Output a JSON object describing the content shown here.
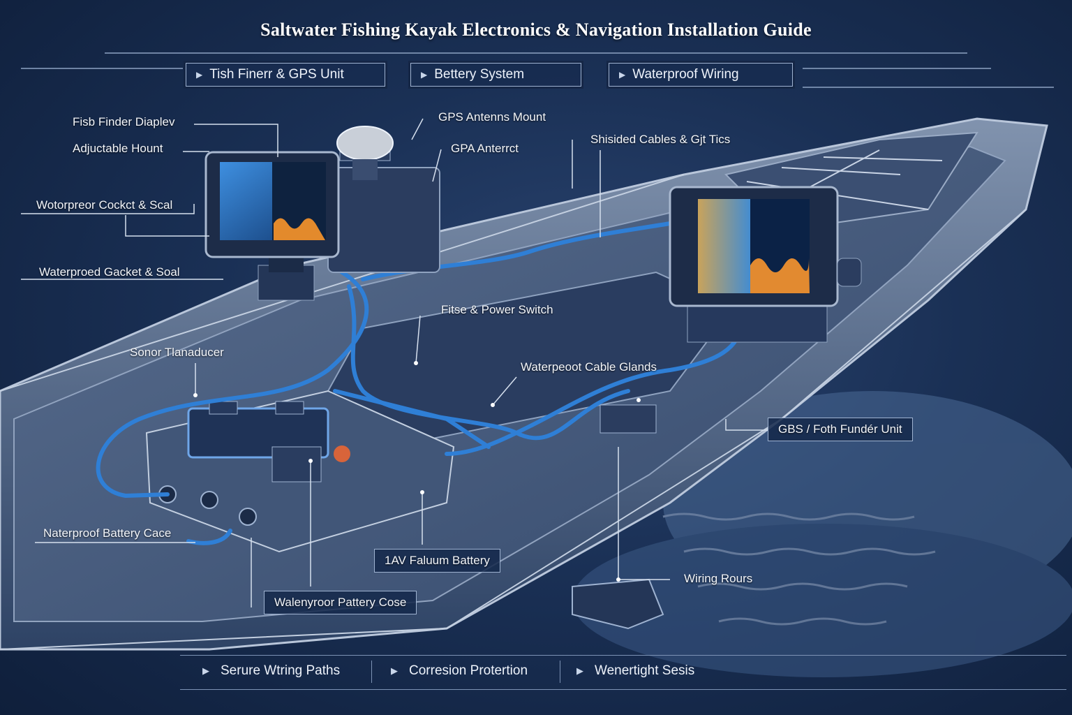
{
  "title": "Saltwater Fishing Kayak Electronics & Navigation Installation Guide",
  "tabs": [
    {
      "label": "Tish Finerr & GPS Unit"
    },
    {
      "label": "Bettery System"
    },
    {
      "label": "Waterproof Wiring"
    }
  ],
  "callouts": {
    "fish_finder_display": "Fisb Finder Diaplev",
    "adjustable_mount": "Adjuctable Hount",
    "gasket_seal_1": "Wotorpreor Cockct & Scal",
    "gasket_seal_2": "Waterproed Gacket & Soal",
    "gps_antenna_mount": "GPS Antenns Mount",
    "gps_antenna": "GPA Anterrct",
    "shielded_cables": "Shisided Cables & Gjt Tics",
    "fuse_power_switch": "Fitse & Power Switch",
    "sonar_transducer": "Sonor Tlanaducer",
    "cable_glands": "Waterpeoot Cable Glands",
    "fish_finder_unit": "GBS / Foth Fundér Unit",
    "battery_case_1": "Naterproof Battery Cace",
    "lithium_battery": "1AV Faluum Battery",
    "battery_case_2": "Walenyroor Pattery Cose",
    "wiring_routes": "Wiring Rours"
  },
  "footer": [
    {
      "label": "Serure Wtring Paths"
    },
    {
      "label": "Corresion Protertion"
    },
    {
      "label": "Wenertight Sesis"
    }
  ],
  "colors": {
    "background": "#1a3055",
    "cable": "#2f7fd6",
    "panel_border": "#9fb3d1",
    "hull": "#5f7391"
  }
}
